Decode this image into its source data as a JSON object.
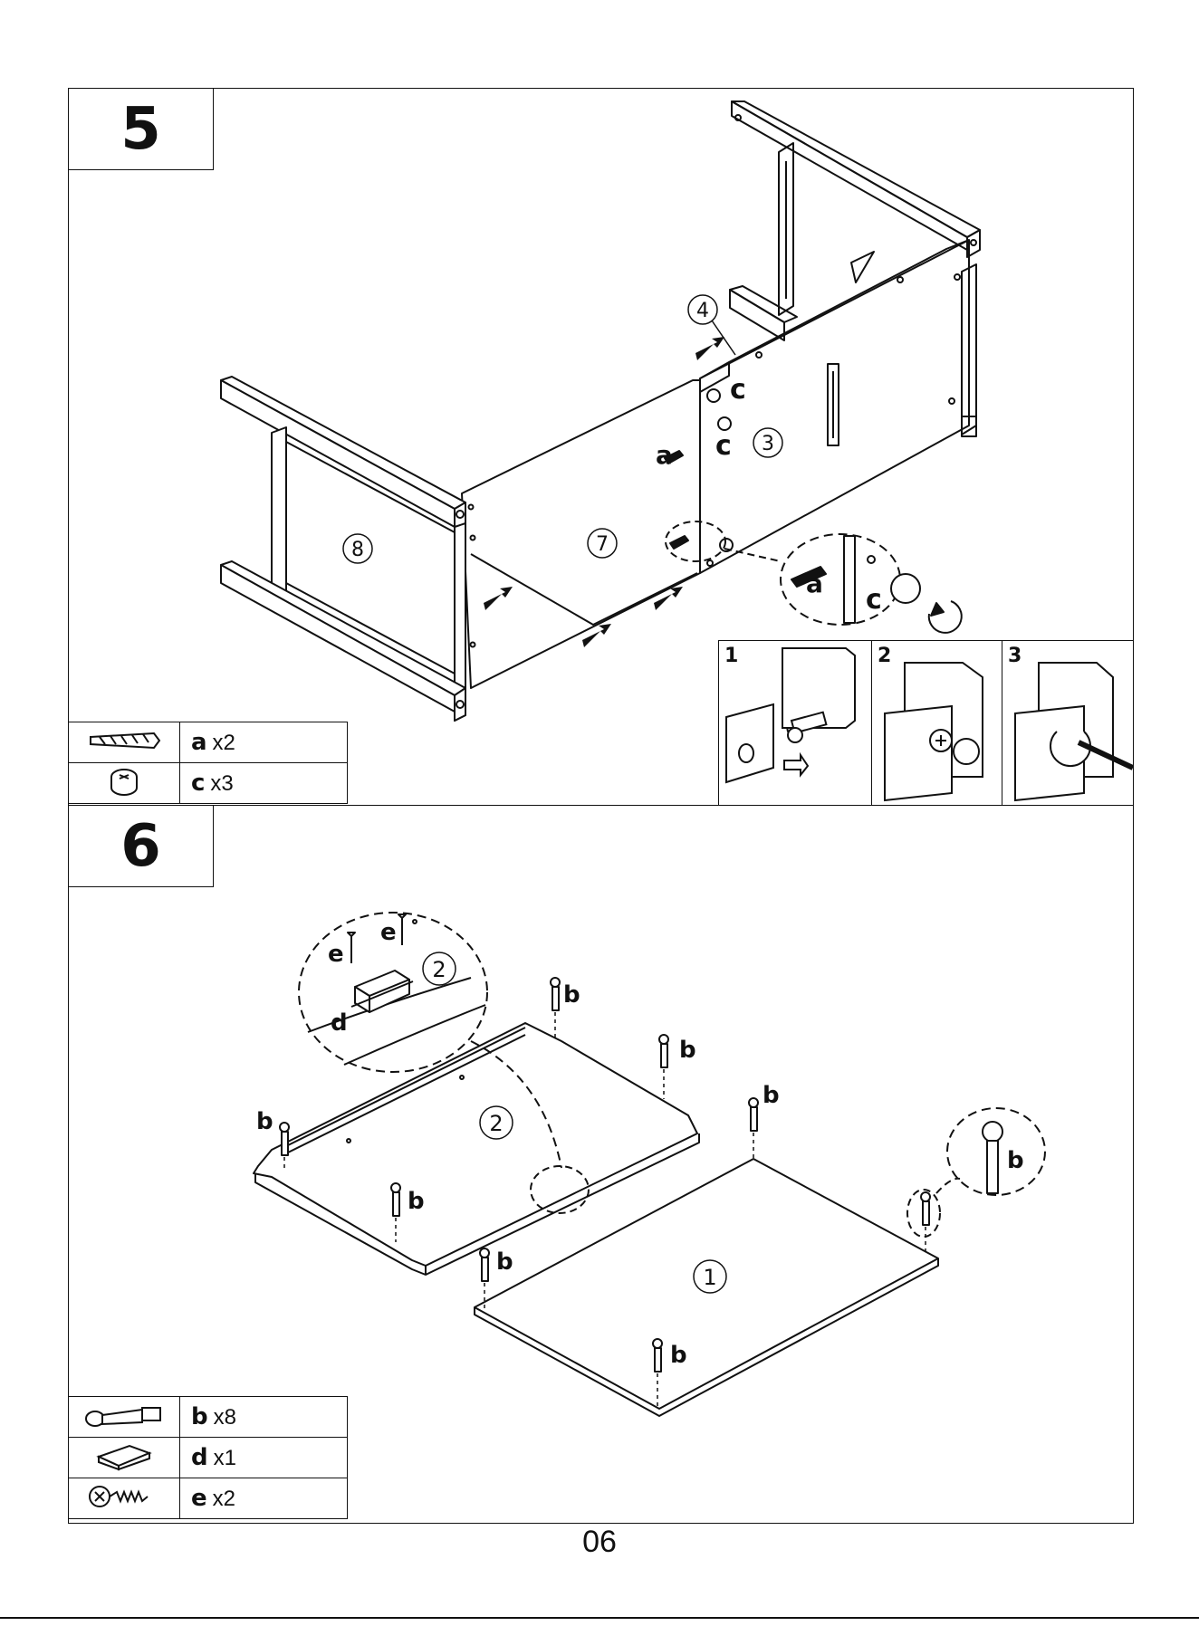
{
  "steps": {
    "step5": {
      "number": "5",
      "panel_labels": [
        "8",
        "7",
        "4",
        "3"
      ],
      "callouts": {
        "dowel": "a",
        "cam": "c"
      },
      "substeps": [
        "1",
        "2",
        "3"
      ],
      "parts": [
        {
          "letter": "a",
          "qty": "x2",
          "icon": "dowel-icon"
        },
        {
          "letter": "c",
          "qty": "x3",
          "icon": "cam-lock-icon"
        }
      ]
    },
    "step6": {
      "number": "6",
      "panel_labels": [
        "1",
        "2",
        "2"
      ],
      "callouts": {
        "bolt": "b",
        "magnet": "d",
        "screw": "e"
      },
      "parts": [
        {
          "letter": "b",
          "qty": "x8",
          "icon": "cam-bolt-icon"
        },
        {
          "letter": "d",
          "qty": "x1",
          "icon": "magnetic-catch-icon"
        },
        {
          "letter": "e",
          "qty": "x2",
          "icon": "screw-icon"
        }
      ]
    }
  },
  "page_number": "06"
}
